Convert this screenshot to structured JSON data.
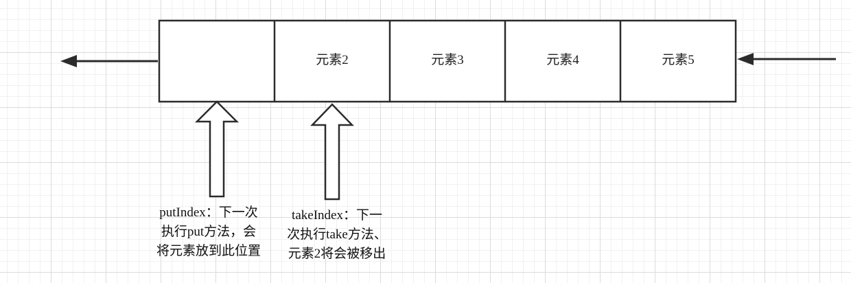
{
  "queue": {
    "cells": [
      "",
      "元素2",
      "元素3",
      "元素4",
      "元素5"
    ]
  },
  "notes": {
    "put_index": [
      "putIndex：下一次",
      "执行put方法，会",
      "将元素放到此位置"
    ],
    "take_index": [
      "takeIndex：下一",
      "次执行take方法、",
      "元素2将会被移出"
    ]
  },
  "colors": {
    "stroke": "#2b2b2b",
    "text": "#222222"
  }
}
